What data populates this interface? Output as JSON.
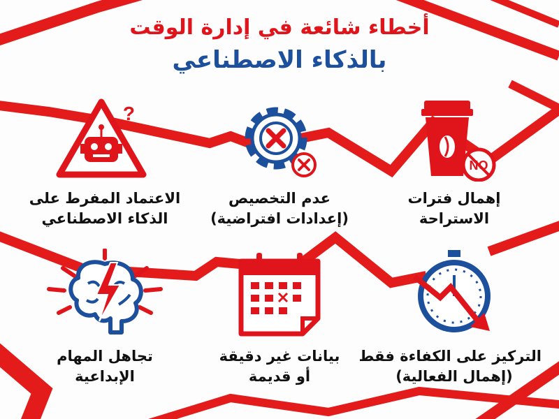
{
  "title": {
    "line1": "أخطاء شائعة في إدارة الوقت",
    "line2": "بالذكاء الاصطناعي"
  },
  "colors": {
    "red": "#e0141b",
    "blue": "#1c4f9c",
    "background": "#fdfdfd"
  },
  "items": [
    {
      "icon": "coffee-cup-no-icon",
      "line1": "إهمال فترات",
      "line2": "الاستراحة",
      "badge": "NO"
    },
    {
      "icon": "gear-x-icon",
      "line1": "عدم التخصيص",
      "line2": "(إعدادات افتراضية)"
    },
    {
      "icon": "robot-warning-icon",
      "line1": "الاعتماد المفرط على",
      "line2": "الذكاء الاصطناعي"
    },
    {
      "icon": "stopwatch-down-arrow-icon",
      "line1": "التركيز على الكفاءة فقط",
      "line2": "(إهمال الفعالية)"
    },
    {
      "icon": "calendar-x-icon",
      "line1": "بيانات غير دقيقة",
      "line2": "أو قديمة"
    },
    {
      "icon": "brain-lightning-icon",
      "line1": "تجاهل المهام",
      "line2": "الإبداعية"
    }
  ]
}
